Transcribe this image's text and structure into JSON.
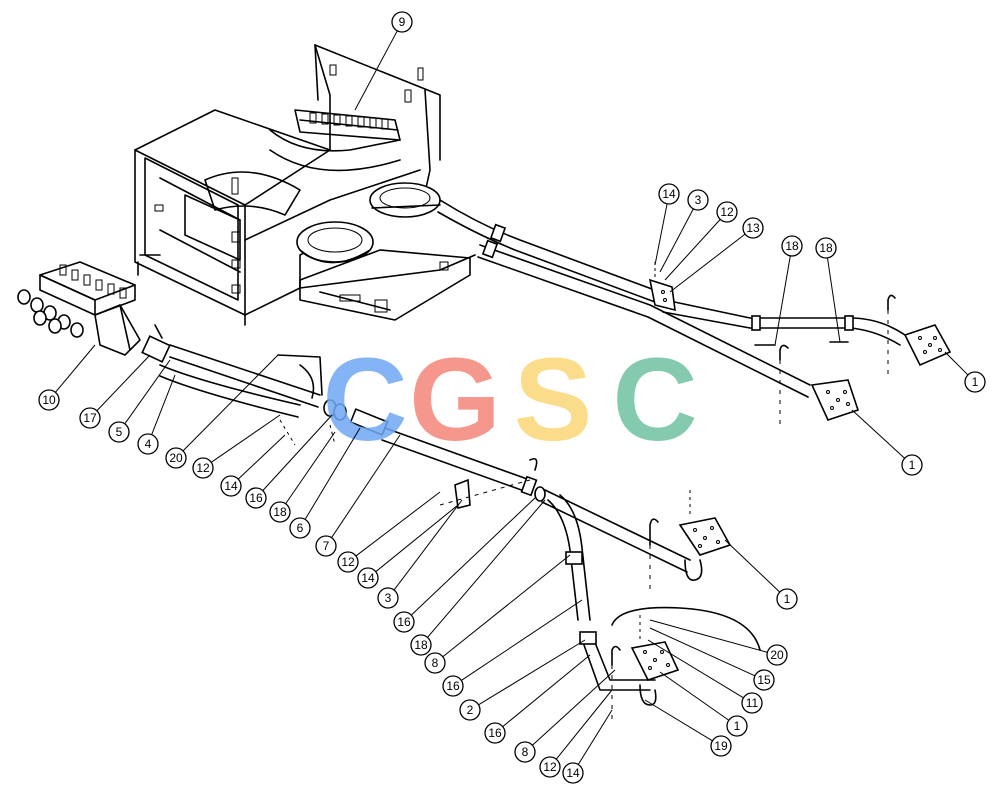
{
  "watermark": {
    "letters": [
      {
        "char": "C",
        "color": "#6fa8f5"
      },
      {
        "char": "G",
        "color": "#f4857a"
      },
      {
        "char": "S",
        "color": "#fbd776"
      },
      {
        "char": "C",
        "color": "#6fc1a0"
      }
    ]
  },
  "callouts": [
    {
      "label": "9"
    },
    {
      "label": "14"
    },
    {
      "label": "3"
    },
    {
      "label": "12"
    },
    {
      "label": "13"
    },
    {
      "label": "18"
    },
    {
      "label": "18"
    },
    {
      "label": "1"
    },
    {
      "label": "1"
    },
    {
      "label": "10"
    },
    {
      "label": "17"
    },
    {
      "label": "5"
    },
    {
      "label": "4"
    },
    {
      "label": "20"
    },
    {
      "label": "12"
    },
    {
      "label": "14"
    },
    {
      "label": "16"
    },
    {
      "label": "18"
    },
    {
      "label": "6"
    },
    {
      "label": "7"
    },
    {
      "label": "12"
    },
    {
      "label": "14"
    },
    {
      "label": "3"
    },
    {
      "label": "16"
    },
    {
      "label": "18"
    },
    {
      "label": "8"
    },
    {
      "label": "16"
    },
    {
      "label": "2"
    },
    {
      "label": "16"
    },
    {
      "label": "8"
    },
    {
      "label": "12"
    },
    {
      "label": "14"
    },
    {
      "label": "1"
    },
    {
      "label": "20"
    },
    {
      "label": "15"
    },
    {
      "label": "11"
    },
    {
      "label": "1"
    },
    {
      "label": "19"
    }
  ]
}
